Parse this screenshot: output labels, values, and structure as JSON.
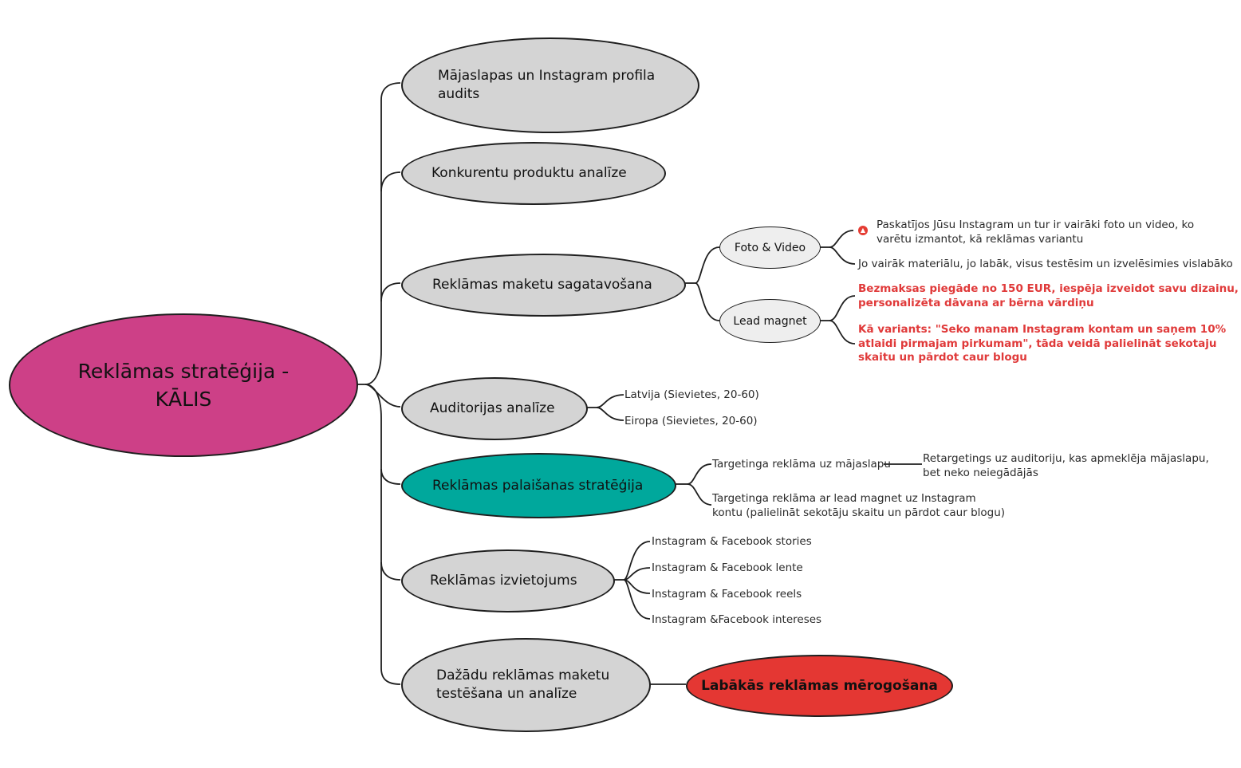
{
  "colors": {
    "root": "#cd4087",
    "branch": "#d4d4d4",
    "launch": "#00a89c",
    "scale": "#e43733",
    "sub": "#eeeeee",
    "highlight": "#e03a3a"
  },
  "root": {
    "label": "Reklāmas stratēģija -\nKĀLIS"
  },
  "branches": {
    "audit": {
      "label": "Mājaslapas un Instagram profila\naudits"
    },
    "competitors": {
      "label": "Konkurentu produktu analīze"
    },
    "layouts": {
      "label": "Reklāmas maketu sagatavošana",
      "foto": {
        "label": "Foto & Video",
        "icon": "thumbs-up-icon",
        "note1": "Paskatījos Jūsu Instagram un tur ir vairāki foto un video, ko\nvarētu izmantot, kā reklāmas variantu",
        "note2": "Jo vairāk materiālu, jo labāk, visus testēsim un izvelēsimies vislabāko"
      },
      "lead": {
        "label": "Lead magnet",
        "note1": "Bezmaksas piegāde no 150 EUR, iespēja izveidot savu dizainu,\npersonalizēta dāvana ar bērna vārdiņu",
        "note2": "Kā variants: \"Seko manam Instagram kontam un saņem 10%\natlaidi pirmajam pirkumam\", tāda veidā palielināt sekotaju\nskaitu un pārdot caur blogu"
      }
    },
    "audience": {
      "label": "Auditorijas analīze",
      "items": [
        "Latvija (Sievietes, 20-60)",
        "Eiropa (Sievietes, 20-60)"
      ]
    },
    "launch": {
      "label": "Reklāmas palaišanas stratēģija",
      "item1": "Targetinga reklāma uz mājaslapu",
      "item1_detail": "Retargetings uz auditoriju, kas apmeklēja mājaslapu,\nbet neko neiegādājās",
      "item2": "Targetinga reklāma ar lead magnet uz Instagram\nkontu (palielināt sekotāju skaitu un pārdot caur blogu)"
    },
    "placement": {
      "label": "Reklāmas izvietojums",
      "items": [
        "Instagram & Facebook stories",
        "Instagram & Facebook lente",
        "Instagram & Facebook reels",
        "Instagram &Facebook intereses"
      ]
    },
    "testing": {
      "label": "Dažādu reklāmas maketu\ntestēšana un analīze",
      "next": "Labākās reklāmas mērogošana"
    }
  }
}
